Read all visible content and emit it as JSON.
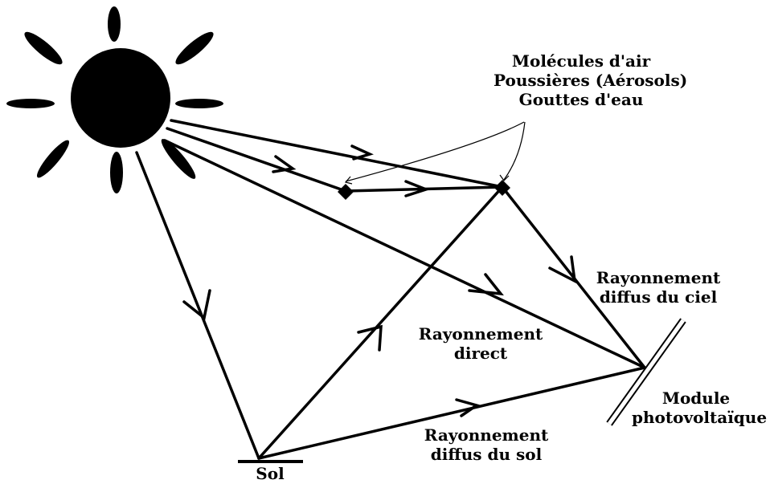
{
  "labels": {
    "particles": [
      "Molécules d'air",
      "Poussières (Aérosols)",
      "Gouttes d'eau"
    ],
    "sky_diffuse": [
      "Rayonnement",
      "diffus du ciel"
    ],
    "direct": [
      "Rayonnement",
      "direct"
    ],
    "ground_diffuse": [
      "Rayonnement",
      "diffus du sol"
    ],
    "module": [
      "Module",
      "photovoltaïque"
    ],
    "ground": "Sol"
  },
  "colors": {
    "ink": "#000000",
    "background": "#ffffff"
  }
}
